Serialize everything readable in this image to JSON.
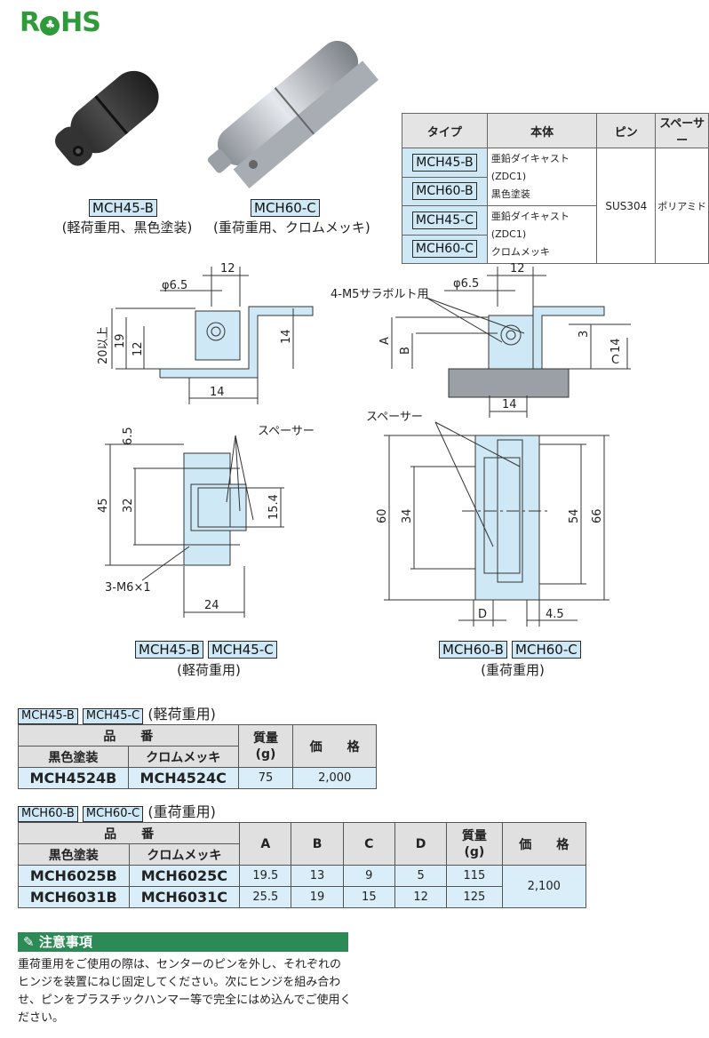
{
  "logo": {
    "text": "RoHS"
  },
  "products": [
    {
      "code": "MCH45-B",
      "note": "(軽荷重用、黒色塗装)"
    },
    {
      "code": "MCH60-C",
      "note": "(重荷重用、クロムメッキ)"
    }
  ],
  "spec_table": {
    "headers": [
      "タイプ",
      "本体",
      "ピン",
      "スペーサー"
    ],
    "groupA": {
      "types": [
        "MCH45-B",
        "MCH60-B"
      ],
      "body": "亜鉛ダイキャスト(ZDC1)\n黒色塗装"
    },
    "groupB": {
      "types": [
        "MCH45-C",
        "MCH60-C"
      ],
      "body": "亜鉛ダイキャスト(ZDC1)\nクロムメッキ"
    },
    "pin": "SUS304",
    "spacer": "ポリアミド"
  },
  "drawings": {
    "left_top": {
      "d65": "φ6.5",
      "d12": "12",
      "d20": "20以上",
      "d19": "19",
      "d12v": "12",
      "d14h": "14",
      "d14v": "14"
    },
    "right_top": {
      "d65": "φ6.5",
      "d12": "12",
      "bolt": "4-M5サラボルト用",
      "A": "A",
      "B": "B",
      "C": "C",
      "d3": "3",
      "d14v": "14",
      "d14h": "14"
    },
    "left_bottom": {
      "d65": "6.5",
      "spacer": "スペーサー",
      "d45": "45",
      "d32": "32",
      "d154": "15.4",
      "m6": "3-M6×1",
      "d24": "24"
    },
    "right_bottom": {
      "spacer": "スペーサー",
      "d60": "60",
      "d34": "34",
      "d54": "54",
      "d66": "66",
      "D": "D",
      "d45": "4.5"
    },
    "left_caption": {
      "tags": [
        "MCH45-B",
        "MCH45-C"
      ],
      "note": "(軽荷重用)"
    },
    "right_caption": {
      "tags": [
        "MCH60-B",
        "MCH60-C"
      ],
      "note": "(重荷重用)"
    }
  },
  "light_section": {
    "tags": [
      "MCH45-B",
      "MCH45-C"
    ],
    "title": "(軽荷重用)",
    "headers": {
      "hinban": "品　　番",
      "black": "黒色塗装",
      "chrome": "クロムメッキ",
      "mass": "質量\n(g)",
      "price": "価　　格"
    },
    "row": {
      "black": "MCH4524B",
      "chrome": "MCH4524C",
      "mass": "75",
      "price": "2,000"
    }
  },
  "heavy_section": {
    "tags": [
      "MCH60-B",
      "MCH60-C"
    ],
    "title": "(重荷重用)",
    "headers": {
      "hinban": "品　　番",
      "black": "黒色塗装",
      "chrome": "クロムメッキ",
      "A": "A",
      "B": "B",
      "C": "C",
      "D": "D",
      "mass": "質量\n(g)",
      "price": "価　　格"
    },
    "rows": [
      {
        "black": "MCH6025B",
        "chrome": "MCH6025C",
        "A": "19.5",
        "B": "13",
        "C": "9",
        "D": "5",
        "mass": "115"
      },
      {
        "black": "MCH6031B",
        "chrome": "MCH6031C",
        "A": "25.5",
        "B": "19",
        "C": "15",
        "D": "12",
        "mass": "125"
      }
    ],
    "price": "2,100"
  },
  "caution": {
    "title": "注意事項",
    "text": "重荷重用をご使用の際は、センターのピンを外し、それぞれのヒンジを装置にねじ固定してください。次にヒンジを組み合わせ、ピンをプラスチックハンマー等で完全にはめ込んでご使用ください。"
  }
}
